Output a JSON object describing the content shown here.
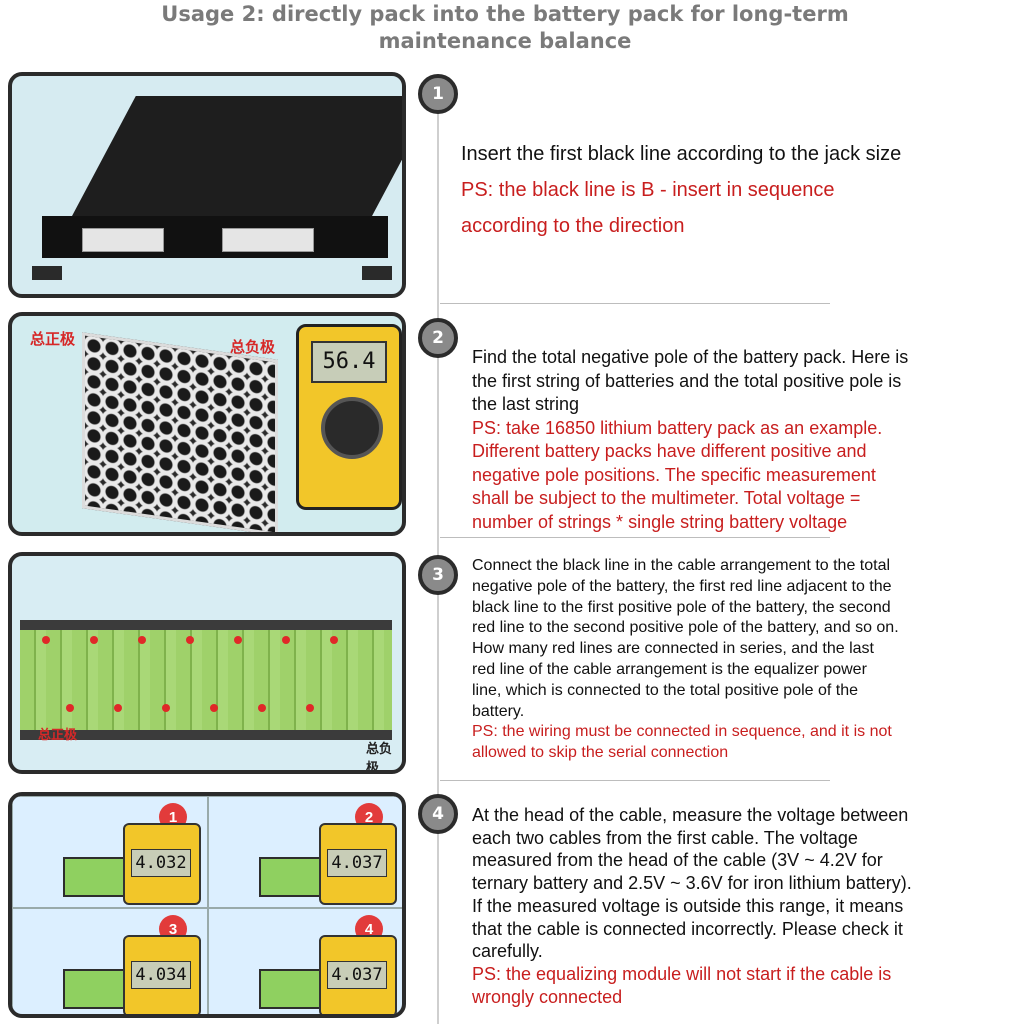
{
  "title": {
    "line1": "Usage 2:  directly pack into the battery pack for long-term",
    "line2": "maintenance balance"
  },
  "steps": [
    {
      "number": "1",
      "text": [
        "Insert the first black line according to the jack size"
      ],
      "ps": [
        "PS: the black line is B - insert in sequence",
        "according to the direction"
      ]
    },
    {
      "number": "2",
      "text": [
        "Find the total negative pole of the battery pack. Here is",
        "the first string of batteries and the total positive pole is",
        "the last string"
      ],
      "ps": [
        "PS: take 16850 lithium battery pack as an example.",
        "Different battery packs have different positive and",
        "negative pole positions. The specific measurement",
        "shall be subject to the multimeter. Total voltage =",
        "number of strings * single string battery voltage"
      ],
      "labels": {
        "positive": "总正极",
        "negative": "总负极"
      },
      "meter_reading": "56.4"
    },
    {
      "number": "3",
      "text": [
        "Connect the black line in the cable arrangement to the total",
        "negative pole of the battery, the first red line adjacent to the",
        "black line to the first positive pole of the battery, the second",
        "red line to the second positive pole of the battery, and so on.",
        "How many red lines are connected in series, and the last",
        "red line of the cable arrangement is the equalizer power",
        "line, which is connected to the total positive pole of the",
        "battery."
      ],
      "ps": [
        "PS: the wiring must be connected in sequence, and it is not",
        "allowed to skip the serial connection"
      ],
      "labels": {
        "positive": "总正极",
        "negative": "总负极"
      }
    },
    {
      "number": "4",
      "text": [
        "At the head of the cable, measure the voltage between",
        "each two cables from the first cable. The voltage",
        "measured from the head of the cable (3V ~ 4.2V for",
        "ternary battery and 2.5V ~ 3.6V for iron lithium battery).",
        "If the measured voltage is outside this range, it means",
        "that the cable is connected incorrectly. Please check it",
        "carefully."
      ],
      "ps": [
        "PS: the equalizing module will not start if the cable is",
        "wrongly connected"
      ],
      "readings": [
        {
          "badge": "1",
          "value": "4.032"
        },
        {
          "badge": "2",
          "value": "4.037"
        },
        {
          "badge": "3",
          "value": "4.034"
        },
        {
          "badge": "4",
          "value": "4.037"
        }
      ]
    }
  ],
  "colors": {
    "ps_red": "#c81e1e",
    "title_gray": "#7a7a7a"
  }
}
